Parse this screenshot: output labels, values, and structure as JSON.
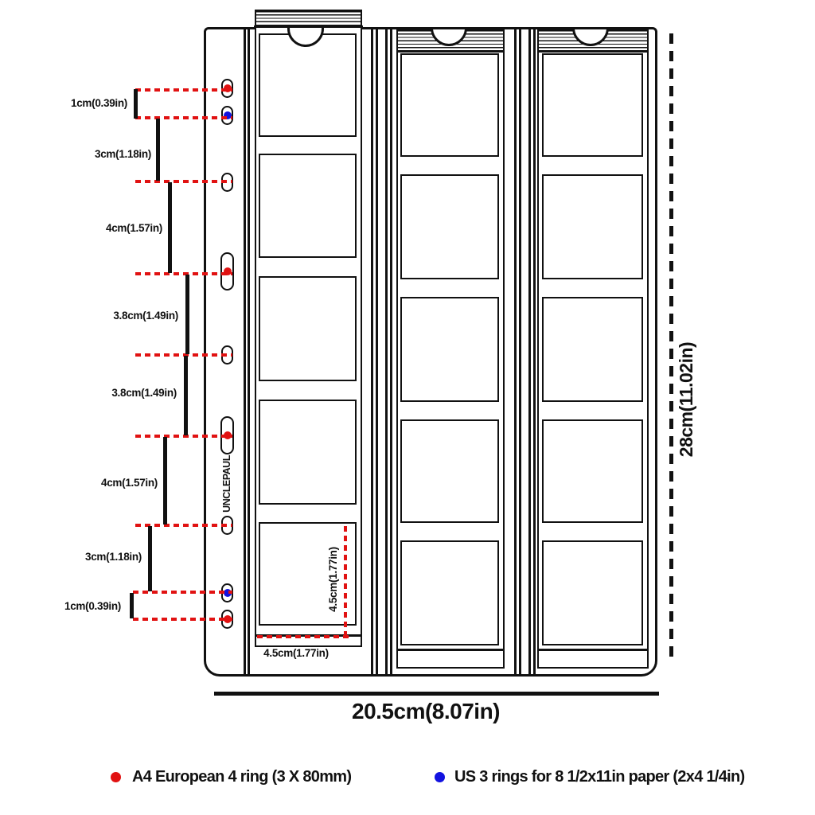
{
  "brand": "UNCLEPAUL",
  "hole_spacings": [
    "1cm(0.39in)",
    "3cm(1.18in)",
    "4cm(1.57in)",
    "3.8cm(1.49in)",
    "3.8cm(1.49in)",
    "4cm(1.57in)",
    "3cm(1.18in)",
    "1cm(0.39in)"
  ],
  "page": {
    "height_label": "28cm(11.02in)",
    "width_label": "20.5cm(8.07in)"
  },
  "pocket": {
    "height_label": "4.5cm(1.77in)",
    "width_label": "4.5cm(1.77in)"
  },
  "legend": {
    "european": {
      "label": "A4 European 4 ring (3 X 80mm)",
      "color": "#e11212"
    },
    "us": {
      "label": "US 3 rings for 8 1/2x11in paper (2x4 1/4in)",
      "color": "#1212e0"
    }
  },
  "holes": [
    "european-red",
    "us-blue",
    "unused",
    "european-red-slot",
    "unused",
    "european-red-slot",
    "unused",
    "us-blue",
    "european-red"
  ],
  "colors": {
    "line": "#111111",
    "dash_red": "#e11212",
    "ring_red": "#e11212",
    "ring_blue": "#1212e0"
  }
}
